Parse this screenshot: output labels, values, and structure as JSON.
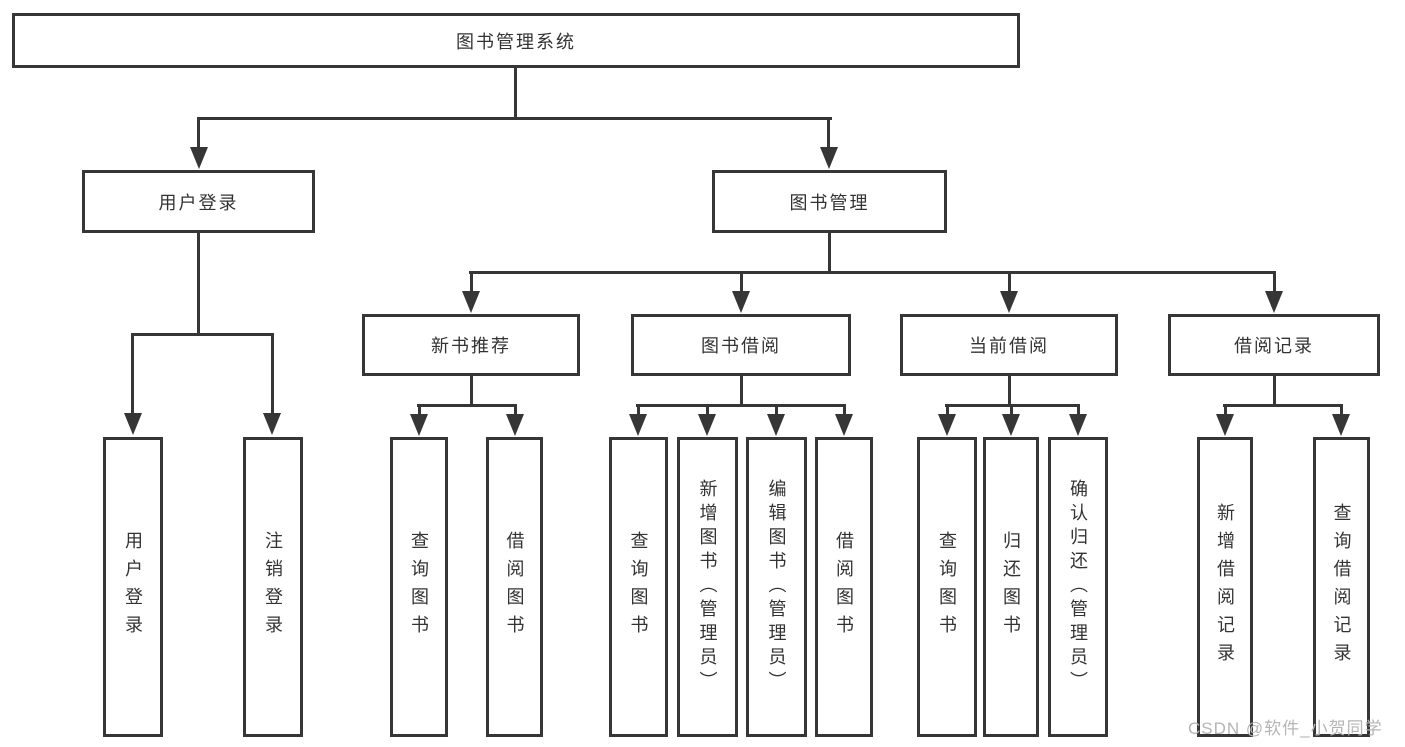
{
  "colors": {
    "ink": "#363636",
    "text": "#333333",
    "watermark": "#b5b5b5",
    "background": "#ffffff"
  },
  "diagram": {
    "root": {
      "label": "图书管理系统"
    },
    "level2": [
      {
        "label": "用户登录"
      },
      {
        "label": "图书管理"
      }
    ],
    "level3": [
      {
        "label": "新书推荐"
      },
      {
        "label": "图书借阅"
      },
      {
        "label": "当前借阅"
      },
      {
        "label": "借阅记录"
      }
    ],
    "leaves": {
      "user_login": [
        "用户登录",
        "注销登录"
      ],
      "new_book_recommend": [
        "查询图书",
        "借阅图书"
      ],
      "book_borrow": [
        "查询图书",
        "新增图书（管理员）",
        "编辑图书（管理员）",
        "借阅图书"
      ],
      "current_borrow": [
        "查询图书",
        "归还图书",
        "确认归还（管理员）"
      ],
      "borrow_records": [
        "新增借阅记录",
        "查询借阅记录"
      ]
    }
  },
  "watermark": {
    "text": "CSDN @软件_小贺同学"
  }
}
